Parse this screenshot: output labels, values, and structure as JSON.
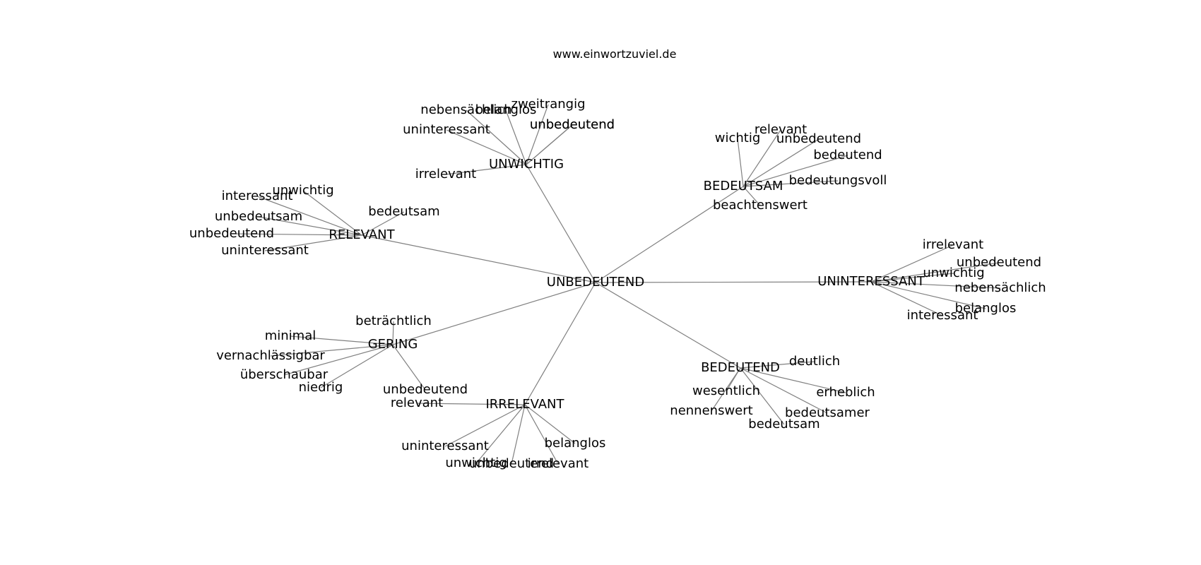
{
  "header": {
    "site": "www.einwortzuviel.de"
  },
  "graph": {
    "center": "UNBEDEUTEND",
    "clusters": [
      {
        "hub": "UNWICHTIG",
        "leaves": [
          "nebensächlich",
          "belanglos",
          "unbedeutend",
          "zweitrangig",
          "uninteressant",
          "irrelevant",
          "unbedeutend"
        ]
      },
      {
        "hub": "BEDEUTSAM",
        "leaves": [
          "wichtig",
          "relevant",
          "unbedeutend",
          "bedeutend",
          "bedeutungsvoll",
          "beachtenswert"
        ]
      },
      {
        "hub": "RELEVANT",
        "leaves": [
          "unwichtig",
          "interessant",
          "bedeutsam",
          "unbedeutsam",
          "unbedeutend",
          "uninteressant"
        ]
      },
      {
        "hub": "UNINTERESSANT",
        "leaves": [
          "irrelevant",
          "unbedeutend",
          "unwichtig",
          "nebensächlich",
          "belanglos",
          "interessant"
        ]
      },
      {
        "hub": "GERING",
        "leaves": [
          "beträchtlich",
          "minimal",
          "vernachlässigbar",
          "überschaubar",
          "niedrig",
          "unbedeutend"
        ]
      },
      {
        "hub": "BEDEUTEND",
        "leaves": [
          "deutlich",
          "wesentlich",
          "erheblich",
          "nennenswert",
          "bedeutsamer",
          "bedeutsam"
        ]
      },
      {
        "hub": "IRRELEVANT",
        "leaves": [
          "relevant",
          "uninteressant",
          "belanglos",
          "unwichtig",
          "unbedeutend",
          "irrelevant"
        ]
      }
    ]
  }
}
